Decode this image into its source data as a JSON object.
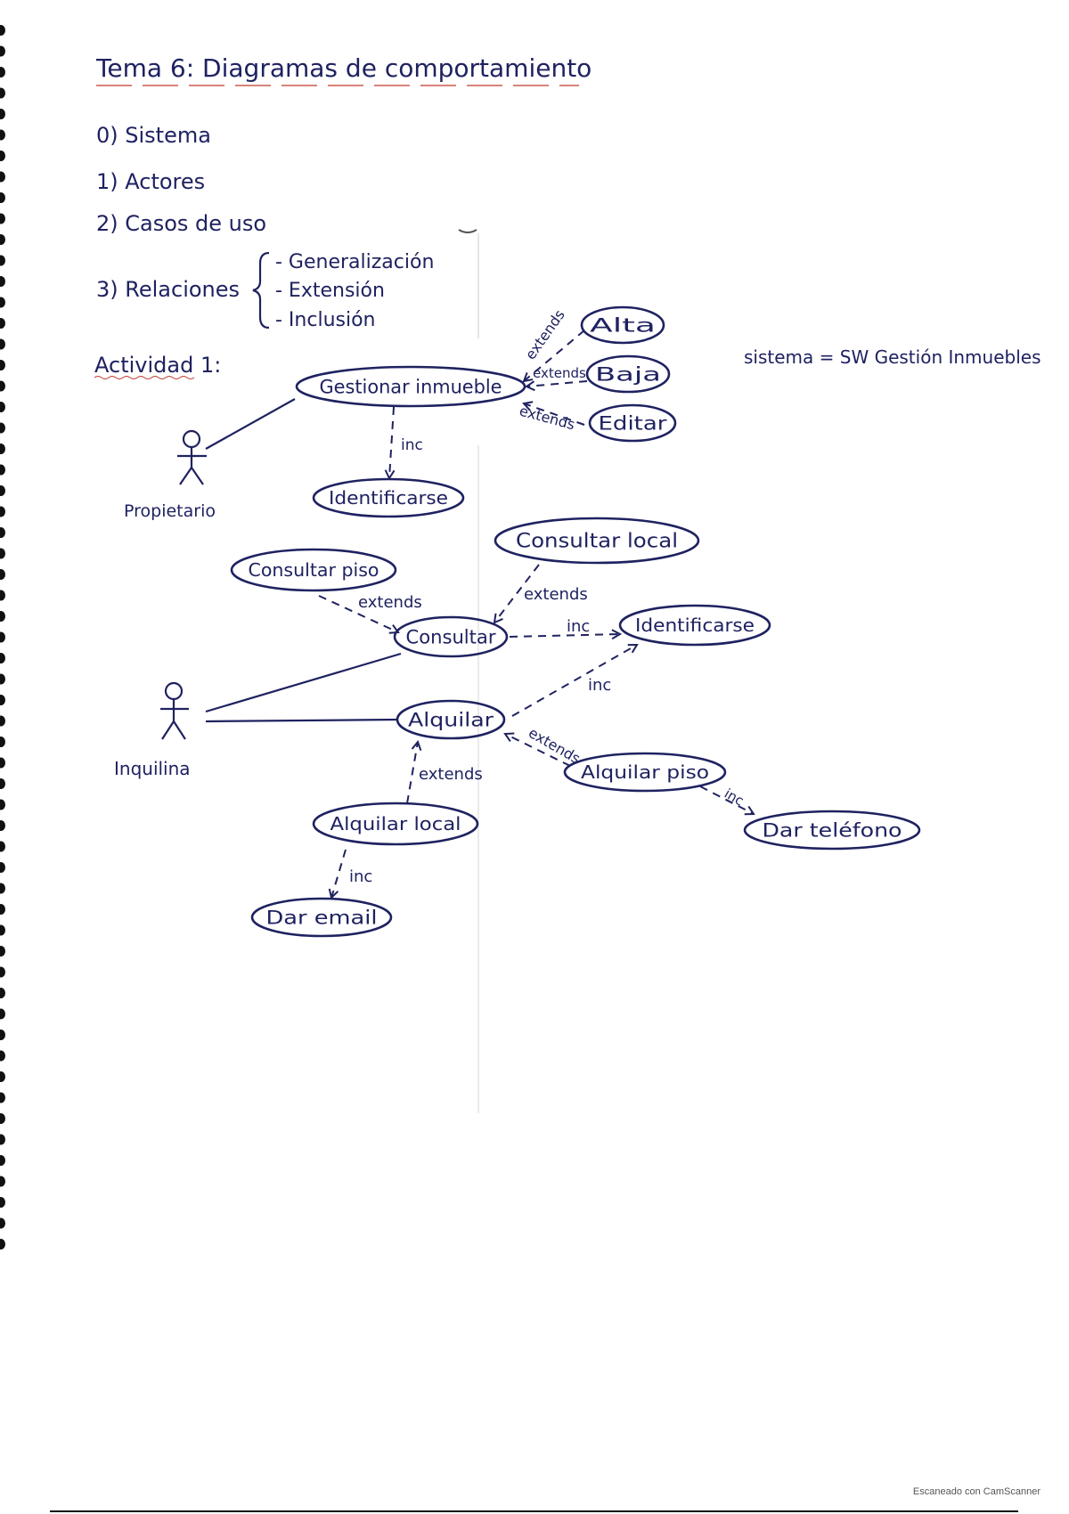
{
  "header": {
    "title": "Tema 6: Diagramas de comportamiento"
  },
  "outline": {
    "items": [
      "0) Sistema",
      "1) Actores",
      "2) Casos de uso",
      "3) Relaciones"
    ],
    "relation_types": [
      "- Generalización",
      "- Extensión",
      "- Inclusión"
    ]
  },
  "activity": {
    "title": "Actividad 1:",
    "system_note": "sistema = SW Gestión Inmuebles"
  },
  "actors": {
    "owner": "Propietario",
    "tenant": "Inquilina"
  },
  "use_cases": {
    "gestionar": "Gestionar inmueble",
    "alta": "Alta",
    "baja": "Baja",
    "editar": "Editar",
    "identificarse_1": "Identificarse",
    "consultar_local": "Consultar local",
    "consultar_piso": "Consultar piso",
    "consultar": "Consultar",
    "identificarse_2": "Identificarse",
    "alquilar": "Alquilar",
    "alquilar_piso": "Alquilar piso",
    "alquilar_local": "Alquilar local",
    "dar_telefono": "Dar teléfono",
    "dar_email": "Dar email"
  },
  "relation_labels": {
    "extends": "extends",
    "inc": "inc"
  },
  "watermark": "Escaneado con CamScanner",
  "colors": {
    "ink": "#1f2260",
    "underline": "#c0392b"
  }
}
